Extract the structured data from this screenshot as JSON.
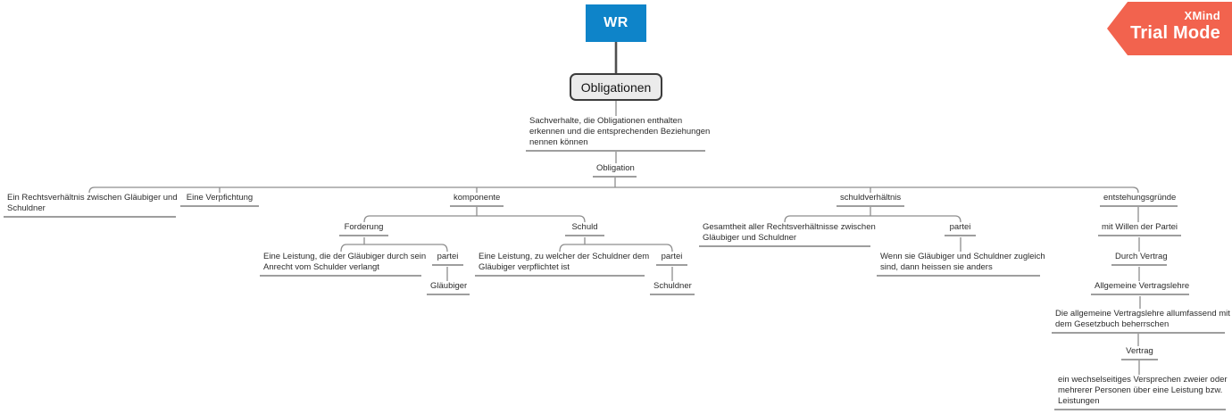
{
  "watermark": {
    "brand": "XMind",
    "mode": "Trial Mode",
    "fill": "#F2634E"
  },
  "map": {
    "colors": {
      "root_fill": "#0E84C9",
      "central_fill": "#EBEBEB",
      "line": "#8D8D8D",
      "underline": "#9E9E9E"
    },
    "root": {
      "label": "WR"
    },
    "central": {
      "label": "Obligationen"
    },
    "nodes": {
      "sachverhalte": {
        "lines": [
          "Sachverhalte, die Obligationen enthalten",
          "erkennen und die entsprechenden Beziehungen",
          "nennen können"
        ]
      },
      "obligation": {
        "label": "Obligation"
      },
      "rechtsverhaeltnis": {
        "lines": [
          "Ein Rechtsverhältnis zwischen Gläubiger und",
          "Schuldner"
        ]
      },
      "verpfichtung": {
        "label": "Eine Verpfichtung"
      },
      "komponente": {
        "label": "komponente"
      },
      "schuldverhaeltnis": {
        "label": "schuldverhältnis"
      },
      "entstehungsgruende": {
        "label": "entstehungsgründe"
      },
      "forderung": {
        "label": "Forderung"
      },
      "forderung_def": {
        "lines": [
          "Eine Leistung, die der Gläubiger durch sein",
          "Anrecht vom Schulder verlangt"
        ]
      },
      "forderung_partei": {
        "label": "partei"
      },
      "glaeubiger": {
        "label": "Gläubiger"
      },
      "schuld": {
        "label": "Schuld"
      },
      "schuld_def": {
        "lines": [
          "Eine Leistung, zu welcher der Schuldner dem",
          "Gläubiger verpflichtet ist"
        ]
      },
      "schuld_partei": {
        "label": "partei"
      },
      "schuldner": {
        "label": "Schuldner"
      },
      "gesamtheit": {
        "lines": [
          "Gesamtheit aller Rechtsverhältnisse zwischen",
          "Gläubiger und Schuldner"
        ]
      },
      "sv_partei": {
        "label": "partei"
      },
      "wenn_sie": {
        "lines": [
          "Wenn sie Gläubiger und Schuldner zugleich",
          "sind, dann heissen sie anders"
        ]
      },
      "mit_willen": {
        "label": "mit Willen der Partei"
      },
      "durch_vertrag": {
        "label": "Durch Vertrag"
      },
      "allg_vertragslehre": {
        "label": "Allgemeine Vertragslehre"
      },
      "allg_def": {
        "lines": [
          "Die allgemeine Vertragslehre allumfassend mit",
          "dem Gesetzbuch beherrschen"
        ]
      },
      "vertrag": {
        "label": "Vertrag"
      },
      "vertrag_def": {
        "lines": [
          "ein wechselseitiges Versprechen zweier oder",
          "mehrerer Personen über eine Leistung bzw.",
          "Leistungen"
        ]
      }
    }
  }
}
